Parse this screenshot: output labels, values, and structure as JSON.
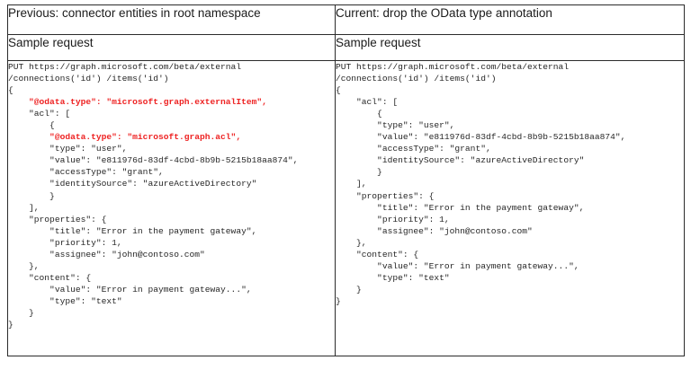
{
  "table": {
    "columns": [
      {
        "id": "previous",
        "header": "Previous: connector entities in root namespace",
        "subheader": "Sample request",
        "code_lines": [
          {
            "text": "PUT https://graph.microsoft.com/beta/external",
            "highlight": false
          },
          {
            "text": "/connections('id') /items('id')",
            "highlight": false
          },
          {
            "text": "{",
            "highlight": false
          },
          {
            "text": "    \"@odata.type\": \"microsoft.graph.externalItem\",",
            "highlight": true
          },
          {
            "text": "    \"acl\": [",
            "highlight": false
          },
          {
            "text": "        {",
            "highlight": false
          },
          {
            "text": "        \"@odata.type\": \"microsoft.graph.acl\",",
            "highlight": true
          },
          {
            "text": "        \"type\": \"user\",",
            "highlight": false
          },
          {
            "text": "        \"value\": \"e811976d-83df-4cbd-8b9b-5215b18aa874\",",
            "highlight": false
          },
          {
            "text": "        \"accessType\": \"grant\",",
            "highlight": false
          },
          {
            "text": "        \"identitySource\": \"azureActiveDirectory\"",
            "highlight": false
          },
          {
            "text": "        }",
            "highlight": false
          },
          {
            "text": "    ],",
            "highlight": false
          },
          {
            "text": "    \"properties\": {",
            "highlight": false
          },
          {
            "text": "        \"title\": \"Error in the payment gateway\",",
            "highlight": false
          },
          {
            "text": "        \"priority\": 1,",
            "highlight": false
          },
          {
            "text": "        \"assignee\": \"john@contoso.com\"",
            "highlight": false
          },
          {
            "text": "    },",
            "highlight": false
          },
          {
            "text": "    \"content\": {",
            "highlight": false
          },
          {
            "text": "        \"value\": \"Error in payment gateway...\",",
            "highlight": false
          },
          {
            "text": "        \"type\": \"text\"",
            "highlight": false
          },
          {
            "text": "    }",
            "highlight": false
          },
          {
            "text": "}",
            "highlight": false
          }
        ]
      },
      {
        "id": "current",
        "header": "Current: drop the OData type annotation",
        "subheader": "Sample request",
        "code_lines": [
          {
            "text": "PUT https://graph.microsoft.com/beta/external",
            "highlight": false
          },
          {
            "text": "/connections('id') /items('id')",
            "highlight": false
          },
          {
            "text": "{",
            "highlight": false
          },
          {
            "text": "    \"acl\": [",
            "highlight": false
          },
          {
            "text": "        {",
            "highlight": false
          },
          {
            "text": "        \"type\": \"user\",",
            "highlight": false
          },
          {
            "text": "        \"value\": \"e811976d-83df-4cbd-8b9b-5215b18aa874\",",
            "highlight": false
          },
          {
            "text": "        \"accessType\": \"grant\",",
            "highlight": false
          },
          {
            "text": "        \"identitySource\": \"azureActiveDirectory\"",
            "highlight": false
          },
          {
            "text": "        }",
            "highlight": false
          },
          {
            "text": "    ],",
            "highlight": false
          },
          {
            "text": "    \"properties\": {",
            "highlight": false
          },
          {
            "text": "        \"title\": \"Error in the payment gateway\",",
            "highlight": false
          },
          {
            "text": "        \"priority\": 1,",
            "highlight": false
          },
          {
            "text": "        \"assignee\": \"john@contoso.com\"",
            "highlight": false
          },
          {
            "text": "    },",
            "highlight": false
          },
          {
            "text": "    \"content\": {",
            "highlight": false
          },
          {
            "text": "        \"value\": \"Error in payment gateway...\",",
            "highlight": false
          },
          {
            "text": "        \"type\": \"text\"",
            "highlight": false
          },
          {
            "text": "    }",
            "highlight": false
          },
          {
            "text": "}",
            "highlight": false
          }
        ]
      }
    ]
  },
  "colors": {
    "highlight": "#ee2222",
    "text": "#262626",
    "border": "#2b2b2b",
    "background": "#ffffff"
  }
}
